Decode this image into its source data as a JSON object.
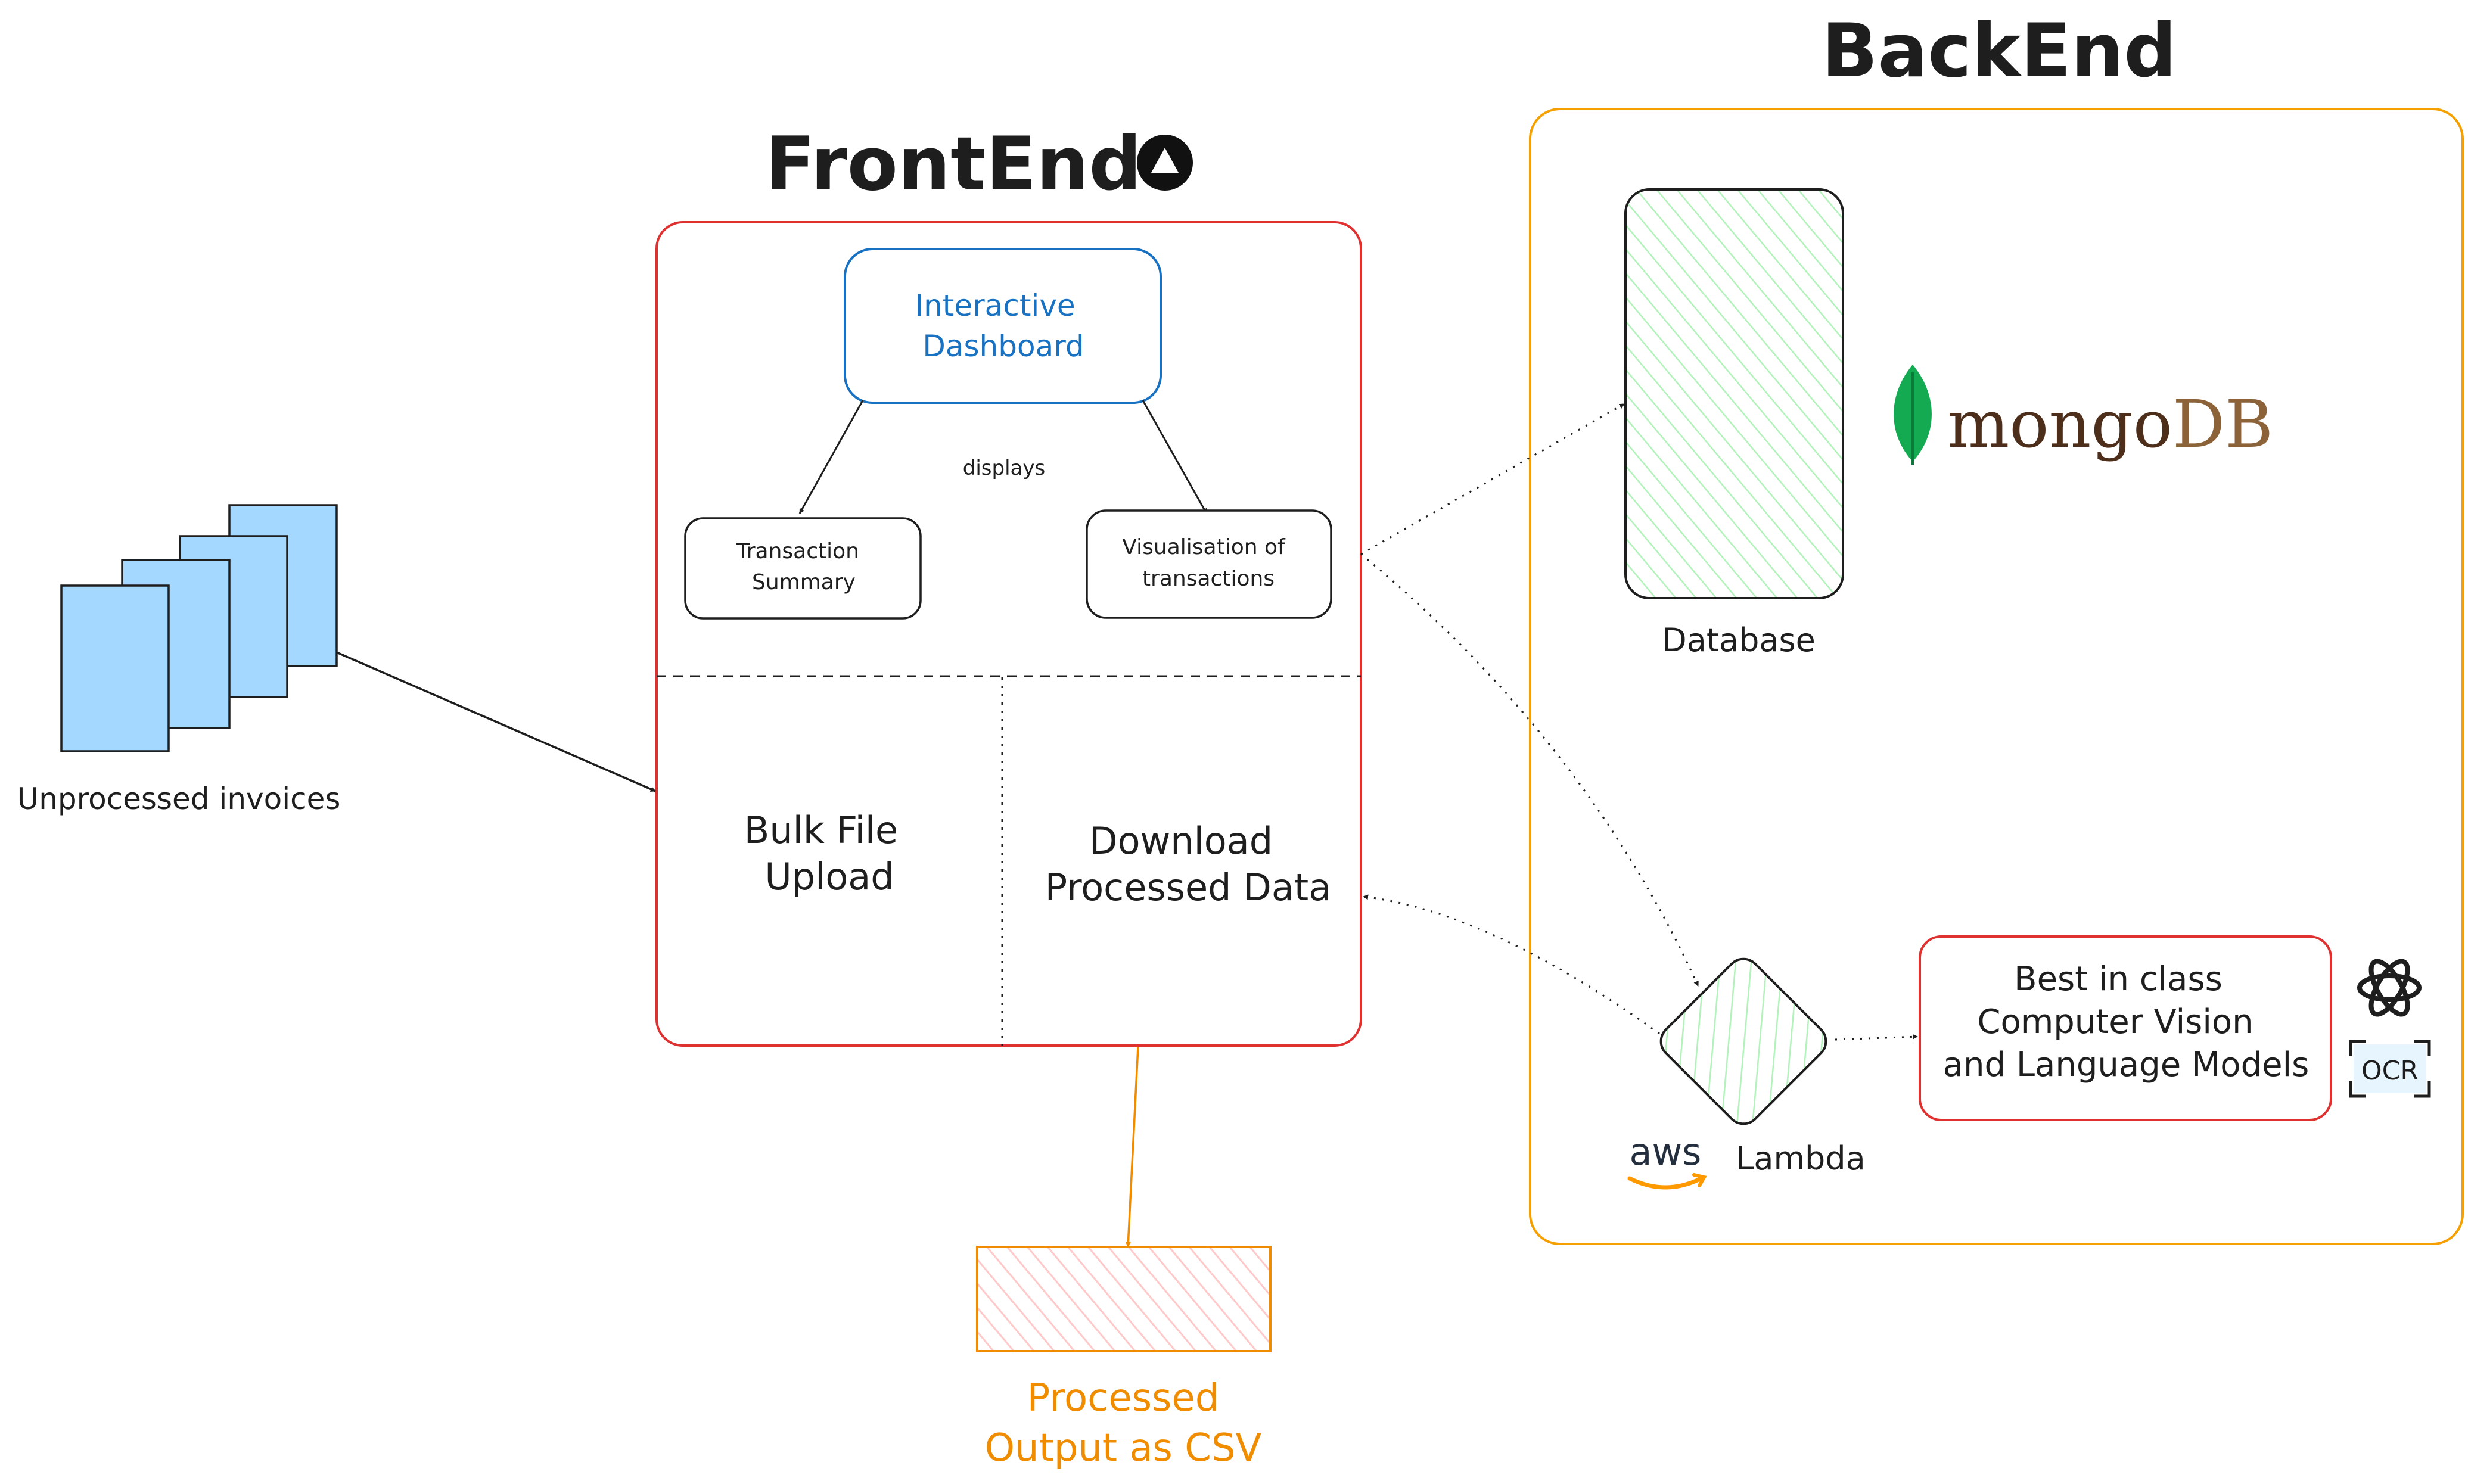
{
  "titles": {
    "frontend": "FrontEnd",
    "backend": "BackEnd"
  },
  "frontend": {
    "dashboard": [
      "Interactive",
      "Dashboard"
    ],
    "displays": "displays",
    "transaction_summary": [
      "Transaction",
      "Summary"
    ],
    "visualisation": [
      "Visualisation of",
      "transactions"
    ],
    "bulk_upload": [
      "Bulk File",
      "Upload"
    ],
    "download": [
      "Download",
      "Processed Data"
    ]
  },
  "input": {
    "label": "Unprocessed invoices"
  },
  "output": {
    "label": [
      "Processed",
      "Output as CSV"
    ]
  },
  "backend": {
    "database": "Database",
    "mongo_brand": {
      "part1": "mongo",
      "part2": "DB"
    },
    "lambda": "Lambda",
    "aws": "aws",
    "models": [
      "Best in class",
      "Computer Vision",
      "and Language Models"
    ],
    "ocr": "OCR"
  },
  "icons": {
    "frontend_badge": "vercel-triangle-icon",
    "database_brand": "mongodb-leaf-icon",
    "models_brand": "openai-knot-icon",
    "ocr_badge": "ocr-scan-icon",
    "cloud_brand": "aws-smile-icon"
  },
  "colors": {
    "frontend_border": "#e03131",
    "backend_border": "#f59f00",
    "dashboard_border": "#1971c2",
    "dashboard_text": "#1971c2",
    "output_color": "#f08c00",
    "output_fill": "#ffd8d8",
    "invoice_fill": "#a5d8ff",
    "db_fill": "#d3f9d8",
    "mongo_text": "#4d2e1b",
    "mongo_db_text": "#8c6239",
    "mongo_leaf": "#13aa52",
    "ink": "#1e1e1e"
  }
}
